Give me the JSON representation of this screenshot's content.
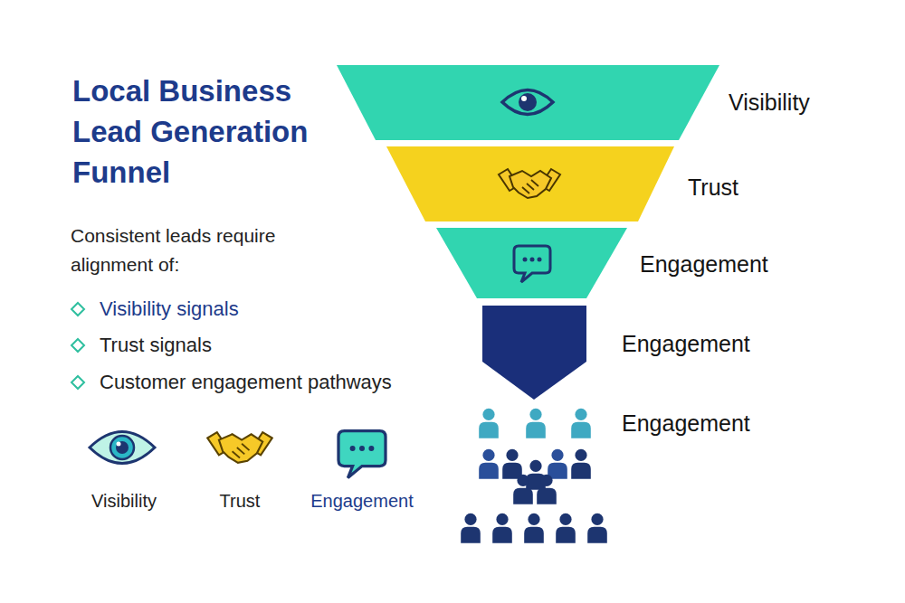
{
  "diagram": {
    "title": "Local Business Lead Generation Funnel",
    "nodes": [
      {
        "text": [
          "Visibility"
        ]
      },
      {
        "text": [
          "Trust"
        ]
      },
      {
        "text": [
          "Engagement"
        ]
      },
      {
        "text": [
          "Engagement"
        ]
      }
    ],
    "labels": [
      "Consistent leads require alignment of:",
      "Visibility signals",
      "Trust signals",
      "Customer engagement pathways",
      "Engagement"
    ],
    "legend": [
      {
        "text": "Visibility"
      },
      {
        "text": "Trust"
      },
      {
        "text": "Engagement"
      }
    ]
  }
}
